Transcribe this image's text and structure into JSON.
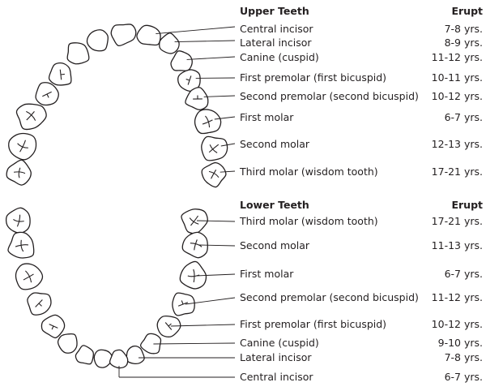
{
  "upper": {
    "heading": "Upper Teeth",
    "erupt_heading": "Erupt",
    "teeth": [
      {
        "name": "Central incisor",
        "erupt": "7-8 yrs."
      },
      {
        "name": "Lateral incisor",
        "erupt": "8-9 yrs."
      },
      {
        "name": "Canine (cuspid)",
        "erupt": "11-12 yrs."
      },
      {
        "name": "First premolar (first bicuspid)",
        "erupt": "10-11 yrs."
      },
      {
        "name": "Second premolar (second bicuspid)",
        "erupt": "10-12 yrs."
      },
      {
        "name": "First molar",
        "erupt": "6-7 yrs."
      },
      {
        "name": "Second molar",
        "erupt": "12-13 yrs."
      },
      {
        "name": "Third molar (wisdom tooth)",
        "erupt": "17-21 yrs."
      }
    ]
  },
  "lower": {
    "heading": "Lower Teeth",
    "erupt_heading": "Erupt",
    "teeth": [
      {
        "name": "Third molar (wisdom tooth)",
        "erupt": "17-21 yrs."
      },
      {
        "name": "Second molar",
        "erupt": "11-13 yrs."
      },
      {
        "name": "First molar",
        "erupt": "6-7 yrs."
      },
      {
        "name": "Second premolar (second bicuspid)",
        "erupt": "11-12 yrs."
      },
      {
        "name": "First premolar (first bicuspid)",
        "erupt": "10-12 yrs."
      },
      {
        "name": "Canine (cuspid)",
        "erupt": "9-10 yrs."
      },
      {
        "name": "Lateral incisor",
        "erupt": "7-8 yrs."
      },
      {
        "name": "Central incisor",
        "erupt": "6-7 yrs."
      }
    ]
  }
}
